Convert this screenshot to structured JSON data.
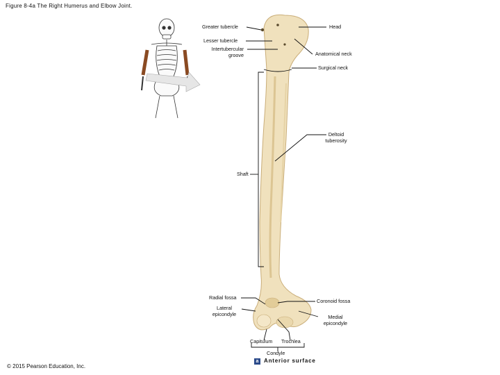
{
  "figure_title": "Figure 8-4a The Right Humerus and Elbow Joint.",
  "copyright": "© 2015 Pearson Education, Inc.",
  "view": {
    "badge": "a",
    "label": "Anterior surface"
  },
  "labels": {
    "greater_tubercle": "Greater tubercle",
    "head": "Head",
    "lesser_tubercle": "Lesser tubercle",
    "intertubercular_groove_1": "Intertubercular",
    "intertubercular_groove_2": "groove",
    "anatomical_neck": "Anatomical neck",
    "surgical_neck": "Surgical neck",
    "deltoid_tuberosity_1": "Deltoid",
    "deltoid_tuberosity_2": "tuberosity",
    "shaft": "Shaft",
    "radial_fossa": "Radial fossa",
    "coronoid_fossa": "Coronoid fossa",
    "lateral_epicondyle_1": "Lateral",
    "lateral_epicondyle_2": "epicondyle",
    "medial_epicondyle_1": "Medial",
    "medial_epicondyle_2": "epicondyle",
    "capitulum": "Capitulum",
    "trochlea": "Trochlea",
    "condyle": "Condyle"
  },
  "colors": {
    "bone_fill": "#f0e1bd",
    "bone_shade": "#d9c08c",
    "highlight_bone": "#c8733a",
    "leader": "#111111",
    "badge": "#2b4a8a"
  }
}
